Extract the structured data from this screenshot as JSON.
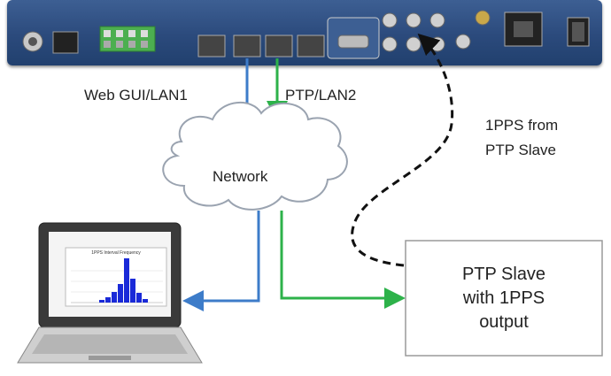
{
  "labels": {
    "web_gui": "Web GUI/LAN1",
    "ptp_lan2": "PTP/LAN2",
    "pps_from_slave": "1PPS from\nPTP Slave",
    "network": "Network",
    "slave_box": "PTP Slave\nwith 1PPS\noutput"
  },
  "colors": {
    "panel": "#2b4a7c",
    "lan1_line": "#3d7cc9",
    "lan2_line": "#2db24a",
    "pps_line": "#111111",
    "terminal_green": "#4caf50"
  },
  "screen": {
    "chart_title": "1PPS Interval Frequency"
  }
}
